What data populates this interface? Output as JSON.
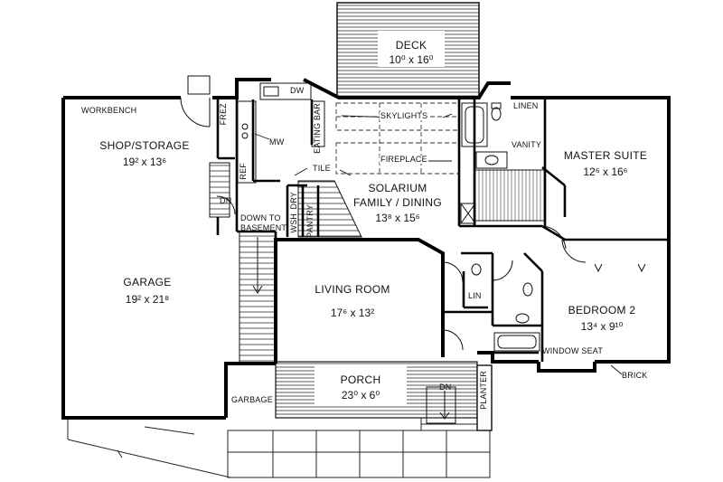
{
  "rooms": {
    "deck": {
      "name": "DECK",
      "dim": "10⁰ x 16⁰"
    },
    "shop": {
      "name": "SHOP/STORAGE",
      "dim": "19² x 13⁶"
    },
    "garage": {
      "name": "GARAGE",
      "dim": "19² x 21⁸"
    },
    "solarium": {
      "name1": "SOLARIUM",
      "name2": "FAMILY / DINING",
      "dim": "13⁸ x 15⁶"
    },
    "master": {
      "name": "MASTER SUITE",
      "dim": "12⁶ x 16⁶"
    },
    "living": {
      "name": "LIVING ROOM",
      "dim": "17⁶ x 13²"
    },
    "bedroom2": {
      "name": "BEDROOM 2",
      "dim": "13⁴ x 9¹⁰"
    },
    "porch": {
      "name": "PORCH",
      "dim": "23⁰ x 6⁰"
    }
  },
  "labels": {
    "workbench": "WORKBENCH",
    "frez": "FREZ",
    "dw": "DW",
    "mw": "MW",
    "ref": "REF",
    "eating_bar": "EATING BAR",
    "skylights": "SKYLIGHTS",
    "fireplace": "FIREPLACE",
    "linen": "LINEN",
    "vanity": "VANITY",
    "tile": "TILE",
    "dn1": "DN",
    "down_to": "DOWN TO",
    "basement": "BASEMENT",
    "wsh": "WSH",
    "dry": "DRY",
    "pantry": "PANTRY",
    "lin": "LIN",
    "window_seat": "WINDOW SEAT",
    "brick": "BRICK",
    "garbage": "GARBAGE",
    "planter": "PLANTER",
    "dn2": "DN"
  }
}
